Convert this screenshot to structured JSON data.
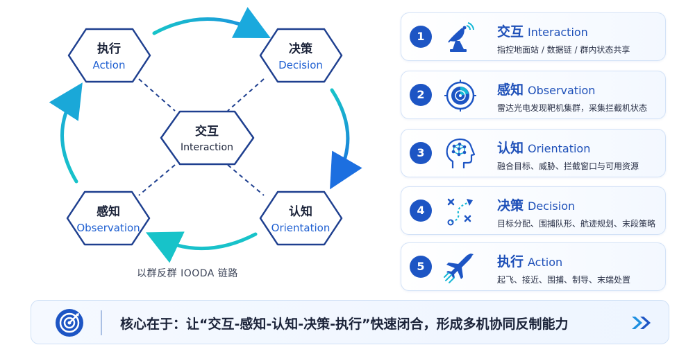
{
  "loop": {
    "caption": "以群反群 IOODA 链路",
    "nodes": {
      "action": {
        "zh": "执行",
        "en": "Action"
      },
      "decision": {
        "zh": "决策",
        "en": "Decision"
      },
      "interaction": {
        "zh": "交互",
        "en": "Interaction"
      },
      "observation": {
        "zh": "感知",
        "en": "Observation"
      },
      "orientation": {
        "zh": "认知",
        "en": "Orientation"
      }
    }
  },
  "cards": [
    {
      "num": "1",
      "zh": "交互",
      "en": "Interaction",
      "desc": "指控地面站 / 数据链 / 群内状态共享",
      "icon": "satellite-dish-icon"
    },
    {
      "num": "2",
      "zh": "感知",
      "en": "Observation",
      "desc": "雷达光电发现靶机集群，采集拦截机状态",
      "icon": "radar-icon"
    },
    {
      "num": "3",
      "zh": "认知",
      "en": "Orientation",
      "desc": "融合目标、威胁、拦截窗口与可用资源",
      "icon": "brain-head-icon"
    },
    {
      "num": "4",
      "zh": "决策",
      "en": "Decision",
      "desc": "目标分配、围捕队形、航迹规划、末段策略",
      "icon": "tactics-icon"
    },
    {
      "num": "5",
      "zh": "执行",
      "en": "Action",
      "desc": "起飞、接近、围捕、制导、末端处置",
      "icon": "jet-icon"
    }
  ],
  "banner": {
    "text": "核心在于：让“交互-感知-认知-决策-执行”快速闭合，形成多机协同反制能力"
  },
  "colors": {
    "primary": "#1d55c4",
    "accent_cyan": "#16b8d6",
    "hex_border": "#1e3f8f",
    "card_border": "#d3e2f7"
  }
}
